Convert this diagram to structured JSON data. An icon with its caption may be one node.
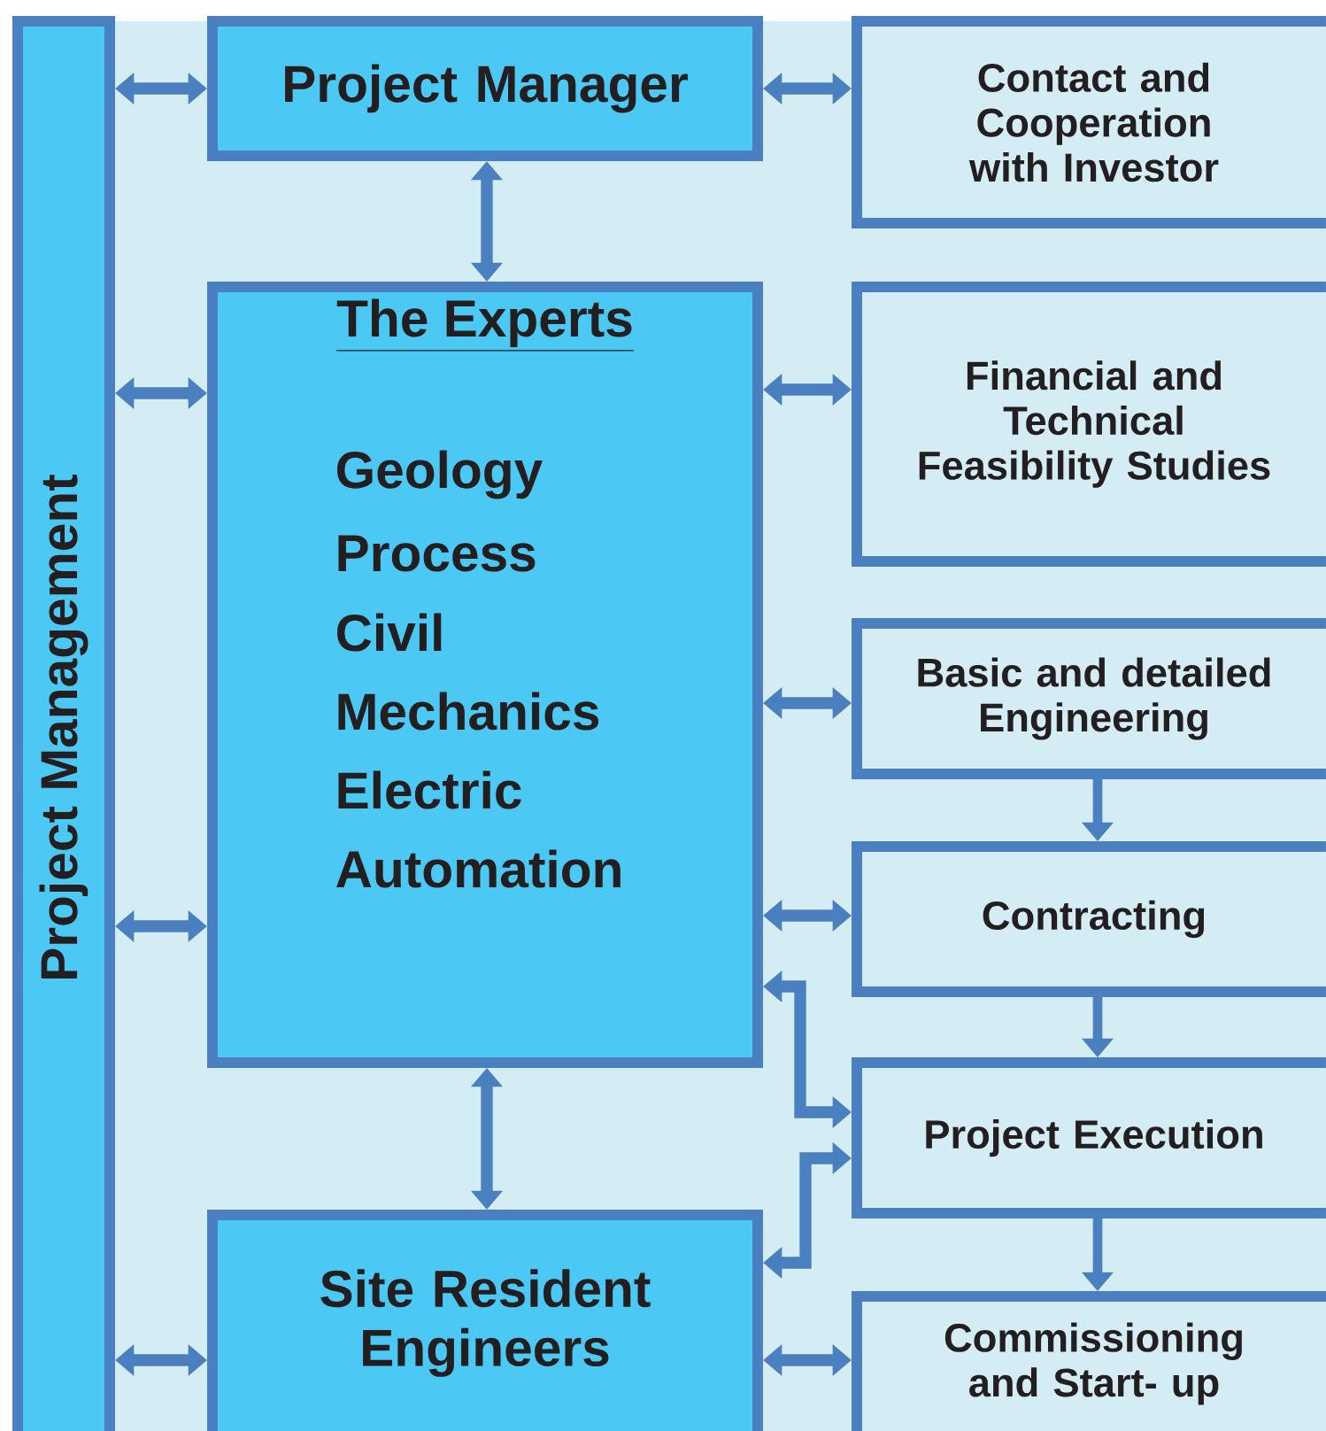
{
  "diagram": {
    "nodes": [
      {
        "text": [
          "Project Management"
        ]
      },
      {
        "text": [
          "Project Manager"
        ]
      },
      {
        "text": [
          "The Experts",
          "Geology",
          "Process",
          "Civil",
          "Mechanics",
          "Electric",
          "Automation"
        ]
      },
      {
        "text": [
          "Site Resident Engineers"
        ]
      },
      {
        "text": [
          "Contact and Cooperation with Investor"
        ]
      },
      {
        "text": [
          "Financial and Technical Feasibility Studies"
        ]
      },
      {
        "text": [
          "Basic and detailed Engineering"
        ]
      },
      {
        "text": [
          "Contracting"
        ]
      },
      {
        "text": [
          "Project Execution"
        ]
      },
      {
        "text": [
          "Commissioning and Start- up"
        ]
      }
    ],
    "edges": [
      {
        "from": 0,
        "to": 1,
        "arrow": "both"
      },
      {
        "from": 0,
        "to": 2,
        "arrow": "both"
      },
      {
        "from": 0,
        "to": 2,
        "arrow": "both"
      },
      {
        "from": 0,
        "to": 3,
        "arrow": "both"
      },
      {
        "from": 1,
        "to": 2,
        "arrow": "both"
      },
      {
        "from": 2,
        "to": 3,
        "arrow": "both"
      },
      {
        "from": 1,
        "to": 4,
        "arrow": "both"
      },
      {
        "from": 2,
        "to": 5,
        "arrow": "both"
      },
      {
        "from": 2,
        "to": 6,
        "arrow": "both"
      },
      {
        "from": 2,
        "to": 7,
        "arrow": "both"
      },
      {
        "from": 2,
        "to": 8,
        "arrow": "both"
      },
      {
        "from": 3,
        "to": 8,
        "arrow": "both"
      },
      {
        "from": 3,
        "to": 9,
        "arrow": "both"
      },
      {
        "from": 6,
        "to": 7,
        "arrow": "to"
      },
      {
        "from": 7,
        "to": 8,
        "arrow": "to"
      },
      {
        "from": 8,
        "to": 9,
        "arrow": "to"
      }
    ]
  }
}
